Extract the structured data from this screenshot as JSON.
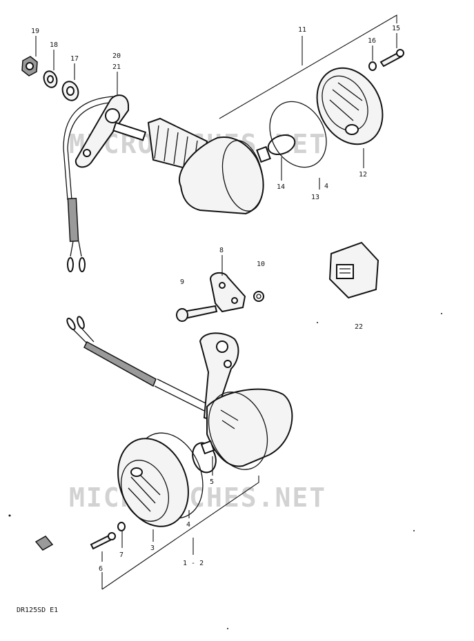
{
  "watermark": {
    "upper": "MICROFICHES.NET",
    "lower": "MICROFICHES.NET"
  },
  "caption": "DR125SD E1",
  "labels": {
    "p1_2": "1 - 2",
    "p3": "3",
    "p4": "4",
    "p4b": "4",
    "p5": "5",
    "p6": "6",
    "p7": "7",
    "p8": "8",
    "p9": "9",
    "p10": "10",
    "p11": "11",
    "p12": "12",
    "p13": "13",
    "p14": "14",
    "p15": "15",
    "p16": "16",
    "p17": "17",
    "p18": "18",
    "p19": "19",
    "p20": "20",
    "p21": "21",
    "p22": "22"
  }
}
